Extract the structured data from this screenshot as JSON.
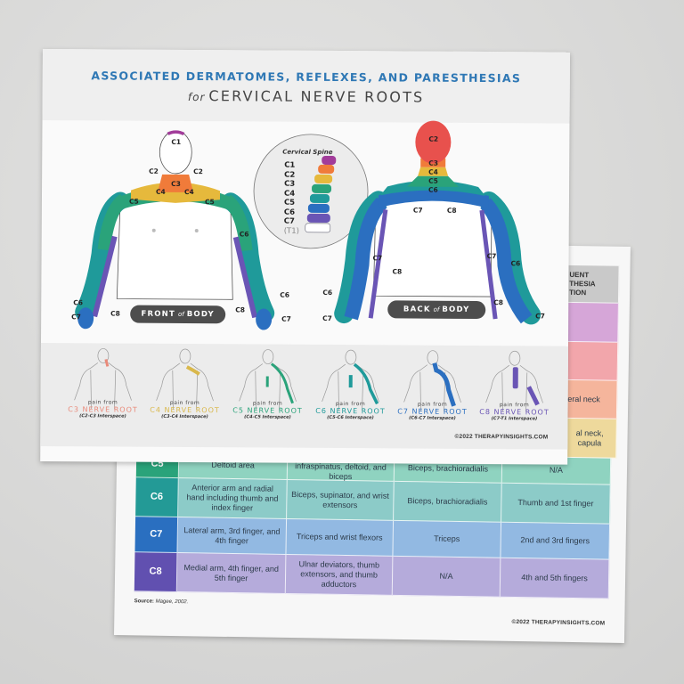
{
  "colors": {
    "C1": "#a23c9a",
    "C2": "#e8514d",
    "C3": "#f07b3a",
    "C4": "#e6b93c",
    "C5": "#2aa37a",
    "C6": "#1f9a9a",
    "C7": "#2b6fc0",
    "C8": "#6a55b5",
    "title": "#2f78b5",
    "pill": "#4d4d4d"
  },
  "front_sheet": {
    "title_line1": "ASSOCIATED DERMATOMES, REFLEXES, AND PARESTHESIAS",
    "title_for": "for",
    "title_line2": "CERVICAL NERVE ROOTS",
    "front_body": {
      "pill_a": "FRONT",
      "pill_of": "of",
      "pill_b": "BODY",
      "labels": [
        "C1",
        "C2",
        "C2",
        "C3",
        "C4",
        "C4",
        "C5",
        "C5",
        "C6",
        "C6",
        "C7",
        "C8",
        "C6",
        "C8",
        "C7"
      ]
    },
    "cervical_spine": {
      "title": "Cervical Spine",
      "levels": [
        "C1",
        "C2",
        "C3",
        "C4",
        "C5",
        "C6",
        "C7",
        "(T1)"
      ]
    },
    "back_body": {
      "pill_a": "BACK",
      "pill_of": "of",
      "pill_b": "BODY",
      "labels": [
        "C2",
        "C3",
        "C4",
        "C5",
        "C6",
        "C7",
        "C8",
        "C7",
        "C8",
        "C7",
        "C6",
        "C6",
        "C7",
        "C8",
        "C7"
      ]
    },
    "pain_figures": [
      {
        "pain_from": "pain from",
        "root": "C3 NERVE ROOT",
        "interspace": "(C2-C3 Interspace)",
        "color": "#e98a7a"
      },
      {
        "pain_from": "pain from",
        "root": "C4 NERVE ROOT",
        "interspace": "(C3-C4 Interspace)",
        "color": "#d9b84c"
      },
      {
        "pain_from": "pain from",
        "root": "C5 NERVE ROOT",
        "interspace": "(C4-C5 Interspace)",
        "color": "#2aa37a"
      },
      {
        "pain_from": "pain from",
        "root": "C6 NERVE ROOT",
        "interspace": "(C5-C6 Interspace)",
        "color": "#1f9a9a"
      },
      {
        "pain_from": "pain from",
        "root": "C7 NERVE ROOT",
        "interspace": "(C6-C7 Interspace)",
        "color": "#2b6fc0"
      },
      {
        "pain_from": "pain from",
        "root": "C8 NERVE ROOT",
        "interspace": "(C7-T1 Interspace)",
        "color": "#6a55b5"
      }
    ],
    "copyright": "©2022 THERAPYINSIGHTS.COM"
  },
  "back_sheet": {
    "header_partial": [
      "UENT",
      "THESIA",
      "TION"
    ],
    "partial_right_column": [
      "",
      "",
      "eral neck",
      "al neck, capula"
    ],
    "rows": [
      {
        "root": "C5",
        "dermatome": "Deltoid area",
        "muscles": "Supraspinatus infraspinatus, deltoid, and biceps",
        "reflex": "Biceps, brachioradialis",
        "paresthesia": "N/A"
      },
      {
        "root": "C6",
        "dermatome": "Anterior arm and radial hand including thumb and index finger",
        "muscles": "Biceps, supinator, and wrist extensors",
        "reflex": "Biceps, brachioradialis",
        "paresthesia": "Thumb and 1st finger"
      },
      {
        "root": "C7",
        "dermatome": "Lateral arm, 3rd finger, and 4th finger",
        "muscles": "Triceps and wrist flexors",
        "reflex": "Triceps",
        "paresthesia": "2nd and 3rd fingers"
      },
      {
        "root": "C8",
        "dermatome": "Medial arm, 4th finger, and 5th finger",
        "muscles": "Ulnar deviators, thumb extensors, and thumb adductors",
        "reflex": "N/A",
        "paresthesia": "4th and 5th fingers"
      }
    ],
    "source_label": "Source:",
    "source_value": "Magee, 2002.",
    "copyright": "©2022 THERAPYINSIGHTS.COM"
  }
}
